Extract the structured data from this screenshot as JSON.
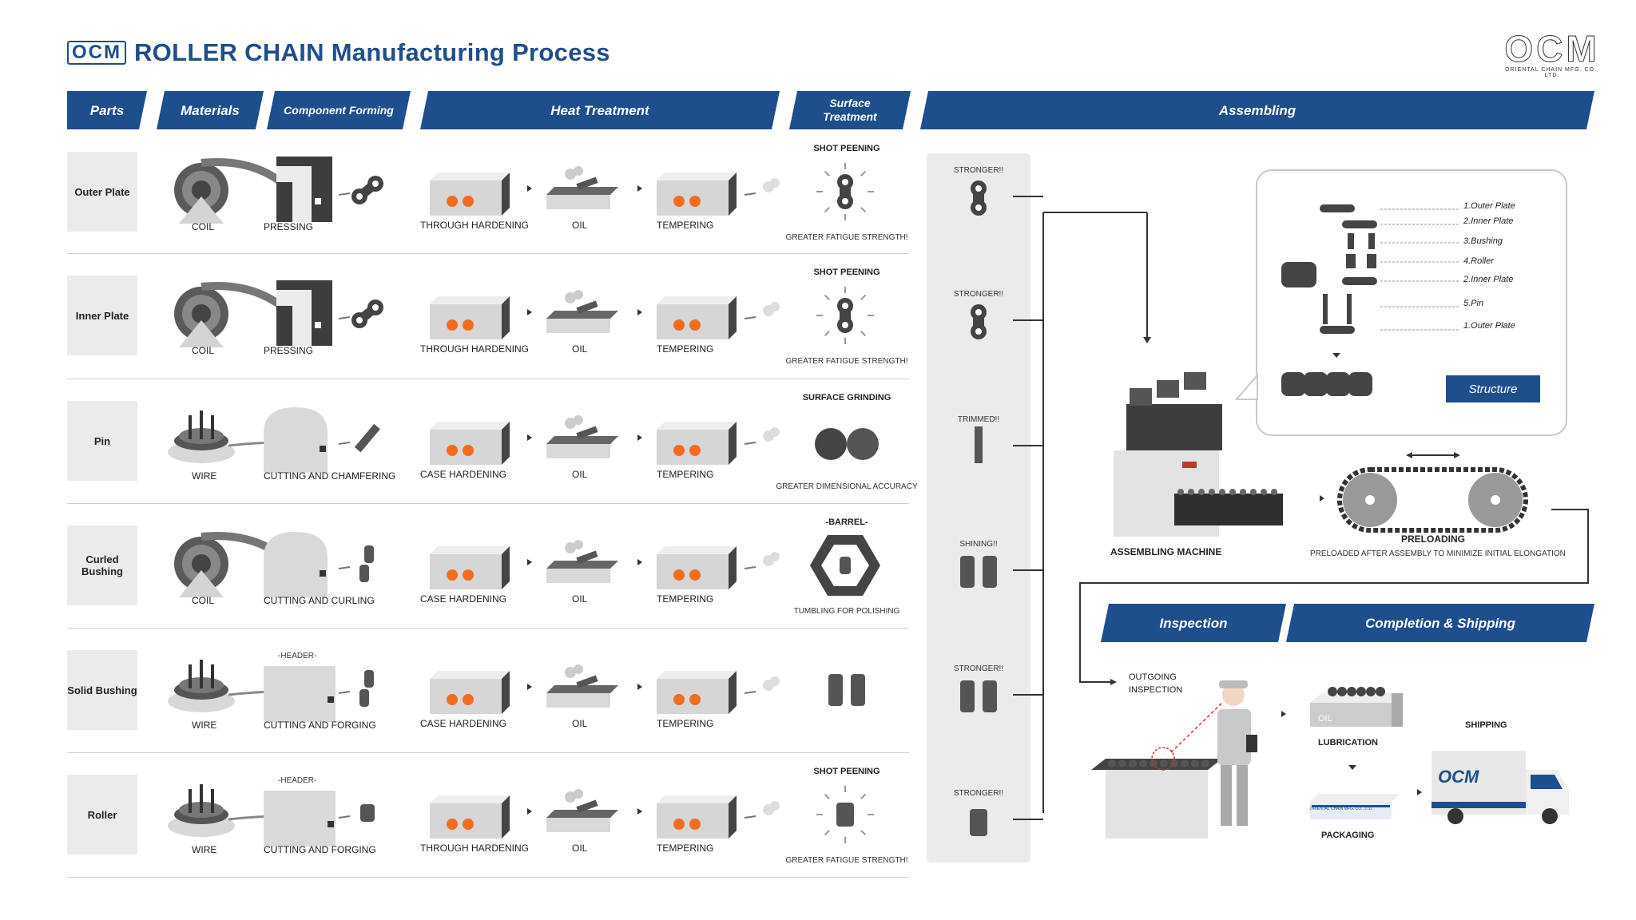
{
  "title": {
    "brand": "OCM",
    "text": "ROLLER CHAIN Manufacturing Process"
  },
  "logo": {
    "brand": "OCM",
    "subtitle": "ORIENTAL CHAIN MFG. CO., LTD."
  },
  "headers": {
    "parts": "Parts",
    "materials": "Materials",
    "component_forming": "Component Forming",
    "heat_treatment": "Heat Treatment",
    "surface_treatment": "Surface Treatment",
    "assembling": "Assembling",
    "inspection": "Inspection",
    "completion_shipping": "Completion & Shipping"
  },
  "rows": [
    {
      "part": "Outer Plate",
      "material": "COIL",
      "forming_note": "",
      "forming": "PRESSING",
      "heat1": "THROUGH  HARDENING",
      "quench": "OIL",
      "heat2": "TEMPERING",
      "surface_title": "SHOT PEENING",
      "surface_note": "GREATER FATIGUE STRENGTH!",
      "assembly_note": "STRONGER!!"
    },
    {
      "part": "Inner Plate",
      "material": "COIL",
      "forming_note": "",
      "forming": "PRESSING",
      "heat1": "THROUGH  HARDENING",
      "quench": "OIL",
      "heat2": "TEMPERING",
      "surface_title": "SHOT PEENING",
      "surface_note": "GREATER FATIGUE STRENGTH!",
      "assembly_note": "STRONGER!!"
    },
    {
      "part": "Pin",
      "material": "WIRE",
      "forming_note": "",
      "forming": "CUTTING AND CHAMFERING",
      "heat1": "CASE HARDENING",
      "quench": "OIL",
      "heat2": "TEMPERING",
      "surface_title": "SURFACE GRINDING",
      "surface_note": "GREATER DIMENSIONAL ACCURACY",
      "assembly_note": "TRIMMED!!"
    },
    {
      "part": "Curled Bushing",
      "material": "COIL",
      "forming_note": "",
      "forming": "CUTTING AND CURLING",
      "heat1": "CASE HARDENING",
      "quench": "OIL",
      "heat2": "TEMPERING",
      "surface_title": "-BARREL-",
      "surface_note": "TUMBLING FOR POLISHING",
      "assembly_note": "SHINING!!"
    },
    {
      "part": "Solid Bushing",
      "material": "WIRE",
      "forming_note": "-HEADER-",
      "forming": "CUTTING AND FORGING",
      "heat1": "CASE HARDENING",
      "quench": "OIL",
      "heat2": "TEMPERING",
      "surface_title": "",
      "surface_note": "",
      "assembly_note": "STRONGER!!"
    },
    {
      "part": "Roller",
      "material": "WIRE",
      "forming_note": "-HEADER-",
      "forming": "CUTTING AND FORGING",
      "heat1": "THROUGH HARDENING",
      "quench": "OIL",
      "heat2": "TEMPERING",
      "surface_title": "SHOT PEENING",
      "surface_note": "GREATER FATIGUE STRENGTH!",
      "assembly_note": "STRONGER!!"
    }
  ],
  "structure": {
    "labels": [
      "1.Outer Plate",
      "2.Inner Plate",
      "3.Bushing",
      "4.Roller",
      "2.Inner Plate",
      "5.Pin",
      "1.Outer Plate"
    ],
    "button": "Structure"
  },
  "assembling_machine": "ASSEMBLING MACHINE",
  "preloading": {
    "title": "PRELOADING",
    "note": "PRELOADED AFTER ASSEMBLY TO MINIMIZE INITIAL ELONGATION"
  },
  "inspection": {
    "label_line1": "OUTGOING",
    "label_line2": "INSPECTION"
  },
  "shipping": {
    "lubrication": "LUBRICATION",
    "oil": "OIL",
    "packaging": "PACKAGING",
    "shipping": "SHIPPING",
    "truck_brand": "OCM",
    "box_text": "ORIENTAL CHAIN MFG. CO., LTD."
  },
  "colors": {
    "brand_blue": "#1f4e8c",
    "panel_gray": "#ebebeb",
    "flame": "#f26b21"
  }
}
